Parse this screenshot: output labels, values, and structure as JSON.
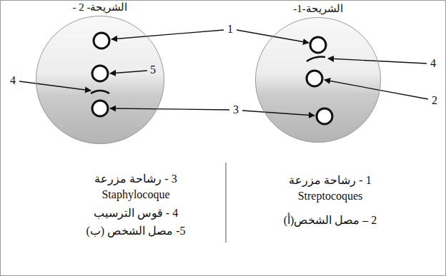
{
  "diagram": {
    "nodes": [
      {
        "text": [
          "الشريحة-1-"
        ]
      },
      {
        "text": [
          "الشريحة- 2 -"
        ]
      }
    ],
    "labels": [
      "1",
      "4",
      "5",
      "4",
      "2",
      "3",
      "1 - رشاحة مزرعة Streptocoques",
      "2 – مصل الشخص(أ)",
      "3 - رشاحة مزرعة Staphylocoque",
      "4 - قوس الترسيب",
      "5- مصل الشخص (ب)"
    ]
  }
}
